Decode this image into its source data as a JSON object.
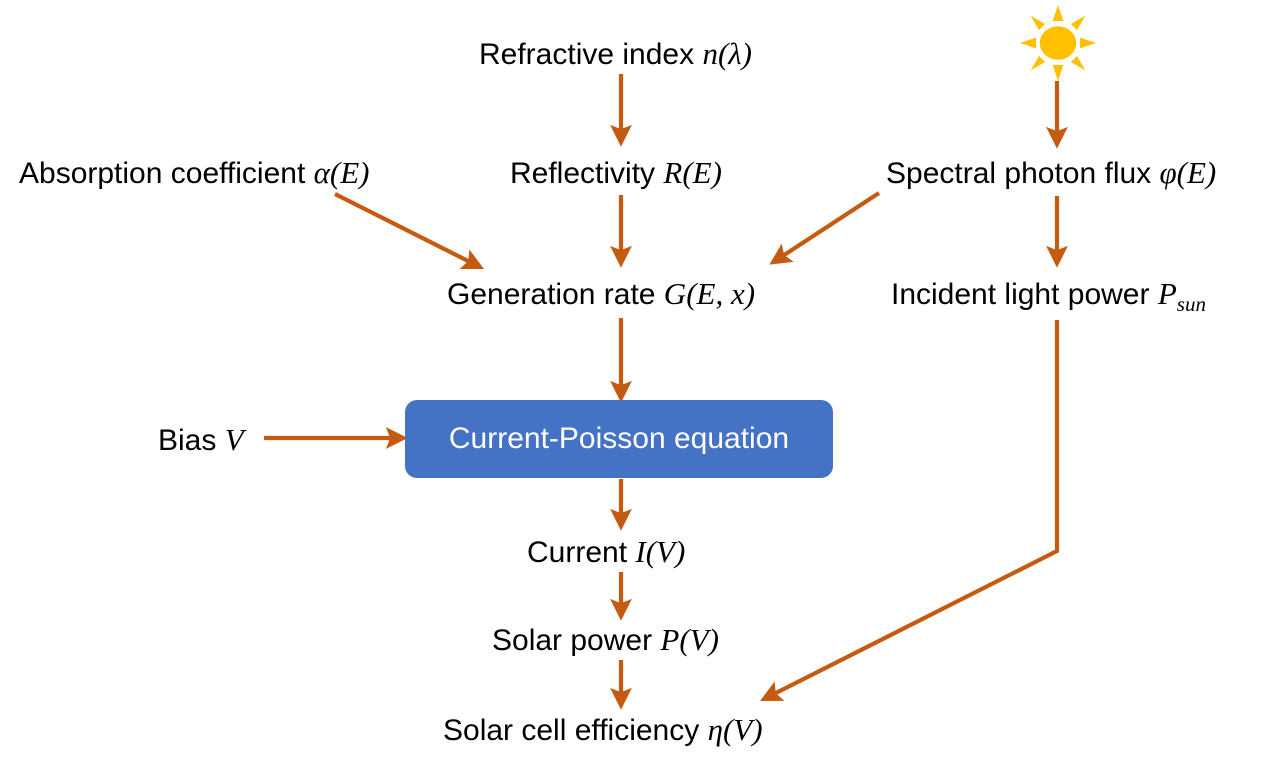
{
  "diagram": {
    "title": "Solar cell simulation flow",
    "accent_arrow_color": "#C55A11",
    "process_box_color": "#4472C4",
    "process_box_text_color": "#FFFFFF",
    "sun_color": "#FFC000",
    "sun_core_color": "#FFC000",
    "label_text_color": "#000000",
    "background_color": "#FFFFFF"
  },
  "nodes": {
    "refractive_index": {
      "text_plain": "Refractive index n(λ)",
      "prefix": "Refractive index ",
      "symbol": "n",
      "argument": "(λ)"
    },
    "absorption_coefficient": {
      "text_plain": "Absorption coefficient α(E)",
      "prefix": "Absorption coefficient ",
      "symbol": "α",
      "argument": "(E)"
    },
    "reflectivity": {
      "text_plain": "Reflectivity R(E)",
      "prefix": "Reflectivity ",
      "symbol": "R",
      "argument": "(E)"
    },
    "spectral_photon_flux": {
      "text_plain": "Spectral photon flux φ(E)",
      "prefix": "Spectral photon flux ",
      "symbol": "φ",
      "argument": "(E)"
    },
    "generation_rate": {
      "text_plain": "Generation rate G(E, x)",
      "prefix": "Generation rate ",
      "symbol": "G",
      "argument": "(E, x)"
    },
    "incident_light_power": {
      "text_plain": "Incident light power P_sun",
      "prefix": "Incident light power ",
      "symbol": "P",
      "subscript": "sun"
    },
    "bias": {
      "text_plain": "Bias V",
      "prefix": "Bias ",
      "symbol": "V"
    },
    "current_poisson_equation": {
      "text_plain": "Current-Poisson equation"
    },
    "current": {
      "text_plain": "Current I(V)",
      "prefix": "Current ",
      "symbol": "I",
      "argument": "(V)"
    },
    "solar_power": {
      "text_plain": "Solar power P(V)",
      "prefix": "Solar power ",
      "symbol": "P",
      "argument": "(V)"
    },
    "solar_cell_efficiency": {
      "text_plain": "Solar cell efficiency η(V)",
      "prefix": "Solar cell efficiency ",
      "symbol": "η",
      "argument": "(V)"
    },
    "sun": {
      "text_plain": "sun",
      "icon": "sun-icon"
    }
  },
  "edges": [
    {
      "id": "refractive-index-to-reflectivity",
      "from": "refractive_index",
      "to": "reflectivity",
      "style": "straight-down"
    },
    {
      "id": "absorption-coefficient-to-generation-rate",
      "from": "absorption_coefficient",
      "to": "generation_rate",
      "style": "diagonal-down-right"
    },
    {
      "id": "reflectivity-to-generation-rate",
      "from": "reflectivity",
      "to": "generation_rate",
      "style": "straight-down"
    },
    {
      "id": "spectral-photon-flux-to-generation-rate",
      "from": "spectral_photon_flux",
      "to": "generation_rate",
      "style": "diagonal-down-left"
    },
    {
      "id": "sun-to-spectral-photon-flux",
      "from": "sun",
      "to": "spectral_photon_flux",
      "style": "straight-down"
    },
    {
      "id": "spectral-photon-flux-to-incident-light-power",
      "from": "spectral_photon_flux",
      "to": "incident_light_power",
      "style": "straight-down"
    },
    {
      "id": "generation-rate-to-current-poisson-equation",
      "from": "generation_rate",
      "to": "current_poisson_equation",
      "style": "straight-down"
    },
    {
      "id": "bias-to-current-poisson-equation",
      "from": "bias",
      "to": "current_poisson_equation",
      "style": "straight-right"
    },
    {
      "id": "current-poisson-equation-to-current",
      "from": "current_poisson_equation",
      "to": "current",
      "style": "straight-down"
    },
    {
      "id": "current-to-solar-power",
      "from": "current",
      "to": "solar_power",
      "style": "straight-down"
    },
    {
      "id": "solar-power-to-solar-cell-efficiency",
      "from": "solar_power",
      "to": "solar_cell_efficiency",
      "style": "straight-down"
    },
    {
      "id": "incident-light-power-to-solar-cell-efficiency",
      "from": "incident_light_power",
      "to": "solar_cell_efficiency",
      "style": "elbow-down-left"
    }
  ]
}
